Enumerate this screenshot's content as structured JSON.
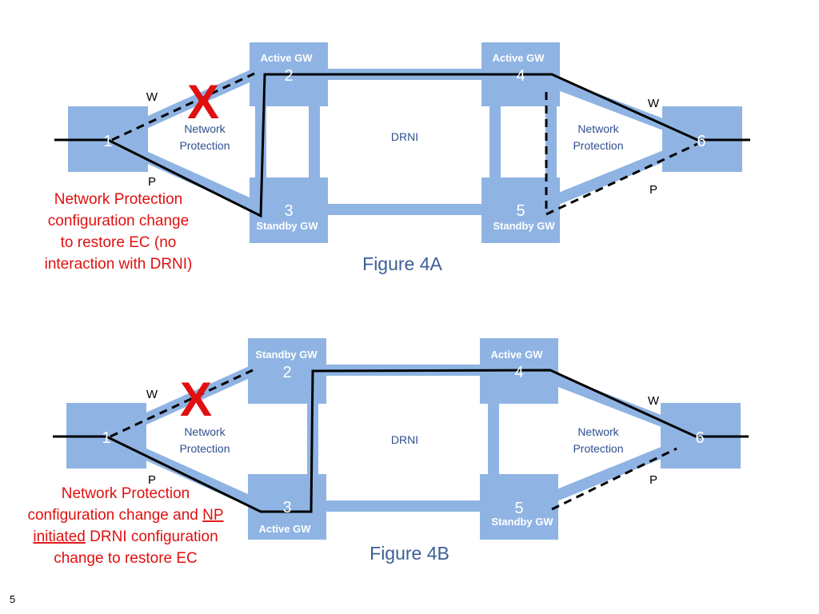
{
  "colors": {
    "node": "#8fb4e3",
    "link": "#8fb4e3",
    "path": "#000000",
    "red": "#e01010",
    "blue_text": "#2f4f8f"
  },
  "figure_a": {
    "title": "Figure 4A",
    "node_1": "1",
    "node_2": "2",
    "node_3": "3",
    "node_4": "4",
    "node_5": "5",
    "node_6": "6",
    "gw2_label": "Active GW",
    "gw3_label": "Standby GW",
    "gw4_label": "Active GW",
    "gw5_label": "Standby GW",
    "left_np": [
      "Network",
      "Protection"
    ],
    "right_np": [
      "Network",
      "Protection"
    ],
    "drni": "DRNI",
    "w_left": "W",
    "p_left": "P",
    "w_right": "W",
    "p_right": "P",
    "fail_mark": "X",
    "note": [
      "Network Protection",
      "configuration change",
      "to restore EC (no",
      "interaction with DRNI)"
    ]
  },
  "figure_b": {
    "title": "Figure 4B",
    "node_1": "1",
    "node_2": "2",
    "node_3": "3",
    "node_4": "4",
    "node_5": "5",
    "node_6": "6",
    "gw2_label": "Standby GW",
    "gw3_label": "Active GW",
    "gw4_label": "Active GW",
    "gw5_label": "Standby GW",
    "left_np": [
      "Network",
      "Protection"
    ],
    "right_np": [
      "Network",
      "Protection"
    ],
    "drni": "DRNI",
    "w_left": "W",
    "p_left": "P",
    "w_right": "W",
    "p_right": "P",
    "fail_mark": "X",
    "note_l1": "Network Protection",
    "note_l2a": "configuration change and ",
    "note_l2b": "NP",
    "note_l3a": "initiated",
    "note_l3b": " DRNI configuration",
    "note_l4": "change to restore EC"
  },
  "page_number": "5"
}
